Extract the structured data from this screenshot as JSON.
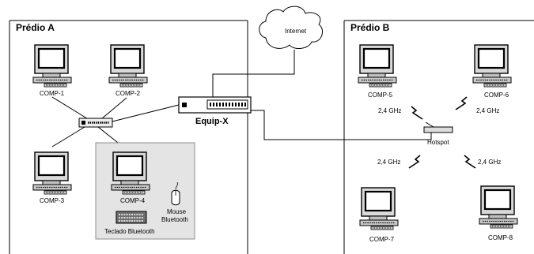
{
  "buildings": {
    "a": {
      "title": "Prédio A"
    },
    "b": {
      "title": "Prédio B"
    }
  },
  "internet": {
    "label": "Internet"
  },
  "equip": {
    "label": "Equip-X"
  },
  "hotspot": {
    "label": "Hotspot"
  },
  "computers": {
    "comp1": "COMP-1",
    "comp2": "COMP-2",
    "comp3": "COMP-3",
    "comp4": "COMP-4",
    "comp5": "COMP-5",
    "comp6": "COMP-6",
    "comp7": "COMP-7",
    "comp8": "COMP-8"
  },
  "wireless": {
    "comp5": "2,4 GHz",
    "comp6": "2,4 GHz",
    "comp7": "2,4 GHz",
    "comp8": "2,4 GHz"
  },
  "bluetooth": {
    "mouse_line1": "Mouse",
    "mouse_line2": "Bluetooth",
    "keyboard": "Teclado Bluetooth"
  },
  "colors": {
    "line": "#000000",
    "bluetooth_area": "#e4e4e4",
    "bluetooth_area_border": "#8c8c8c",
    "monitor_screen": "#ffffff",
    "keyboard_fill": "#6e6e6e"
  }
}
